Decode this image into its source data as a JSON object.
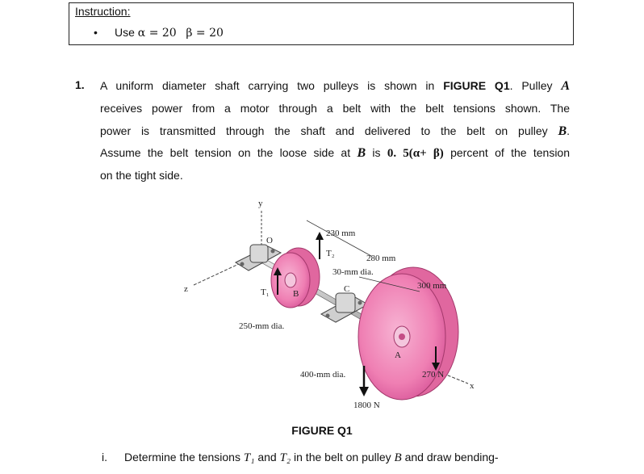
{
  "instruction": {
    "title": "Instruction:",
    "bullet_symbol": "•",
    "use_prefix": "Use",
    "alpha_eq": "α = 20",
    "beta_eq": "β = 20"
  },
  "question": {
    "number": "1.",
    "line1_pre": "A uniform diameter shaft carrying two pulleys is shown in",
    "line1_fig": "FIGURE Q1",
    "line1_mid": ". Pulley",
    "line1_A": "A",
    "line2": "receives power from a motor through a belt with the belt tensions shown. The",
    "line3_pre": "power is transmitted through the shaft and delivered to the belt on pulley",
    "line3_B": "B",
    "line3_end": ".",
    "line4_pre": "Assume the belt tension on the loose side at",
    "line4_B": "B",
    "line4_is": "is",
    "line4_expr": "0. 5(α+ β)",
    "line4_post": "percent of the tension",
    "line5": "on the tight side."
  },
  "figure": {
    "caption": "FIGURE Q1",
    "labels": {
      "y": "y",
      "o": "O",
      "z": "z",
      "x": "x",
      "t1": "T₁",
      "t2": "T₂",
      "b": "B",
      "c": "C",
      "a": "A",
      "dim_230": "230 mm",
      "dim_280": "280 mm",
      "dim_300": "300 mm",
      "dia_30": "30-mm dia.",
      "dia_250": "250-mm dia.",
      "dia_400": "400-mm dia.",
      "f_1800": "1800 N",
      "f_270": "270 N"
    }
  },
  "subquestion": {
    "number": "i.",
    "pre": "Determine the tensions",
    "t1": "T₁",
    "and": "and",
    "t2": "T₂",
    "post": "in the belt on pulley",
    "b": "B",
    "end": "and draw bending-"
  }
}
